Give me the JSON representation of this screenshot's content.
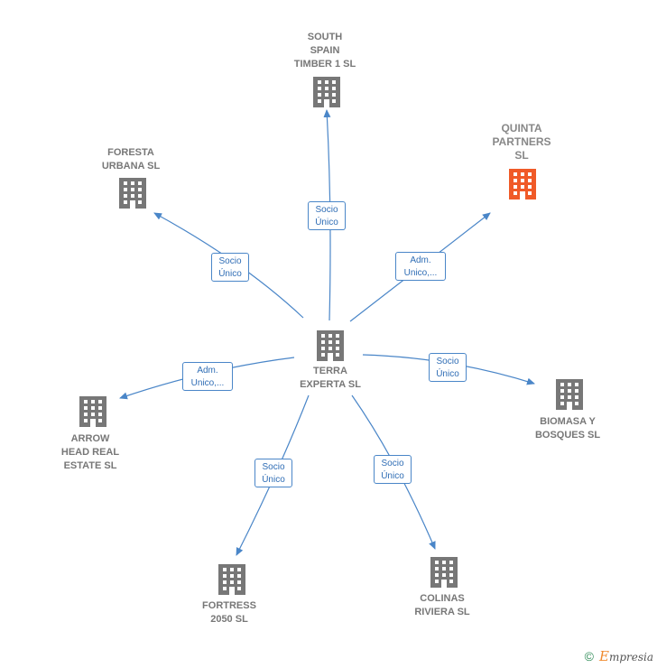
{
  "center": {
    "label": "TERRA\nEXPERTA  SL"
  },
  "nodes": {
    "south_spain": {
      "label": "SOUTH\nSPAIN\nTIMBER 1  SL"
    },
    "quinta": {
      "label": "QUINTA\nPARTNERS\nSL"
    },
    "foresta": {
      "label": "FORESTA\nURBANA  SL"
    },
    "biomasa": {
      "label": "BIOMASA Y\nBOSQUES SL"
    },
    "arrow_head": {
      "label": "ARROW\nHEAD REAL\nESTATE  SL"
    },
    "fortress": {
      "label": "FORTRESS\n2050  SL"
    },
    "colinas": {
      "label": "COLINAS\nRIVIERA  SL"
    }
  },
  "edges": {
    "south_spain": "Socio\nÚnico",
    "quinta": "Adm.\nUnico,...",
    "foresta": "Socio\nÚnico",
    "biomasa": "Socio\nÚnico",
    "arrow_head": "Adm.\nUnico,...",
    "fortress": "Socio\nÚnico",
    "colinas": "Socio\nÚnico"
  },
  "colors": {
    "edge": "#4a86c8",
    "building": "#777777",
    "highlight": "#f05a28"
  },
  "footer": {
    "copyright": "©",
    "brand_initial": "E",
    "brand_rest": "mpresia"
  }
}
